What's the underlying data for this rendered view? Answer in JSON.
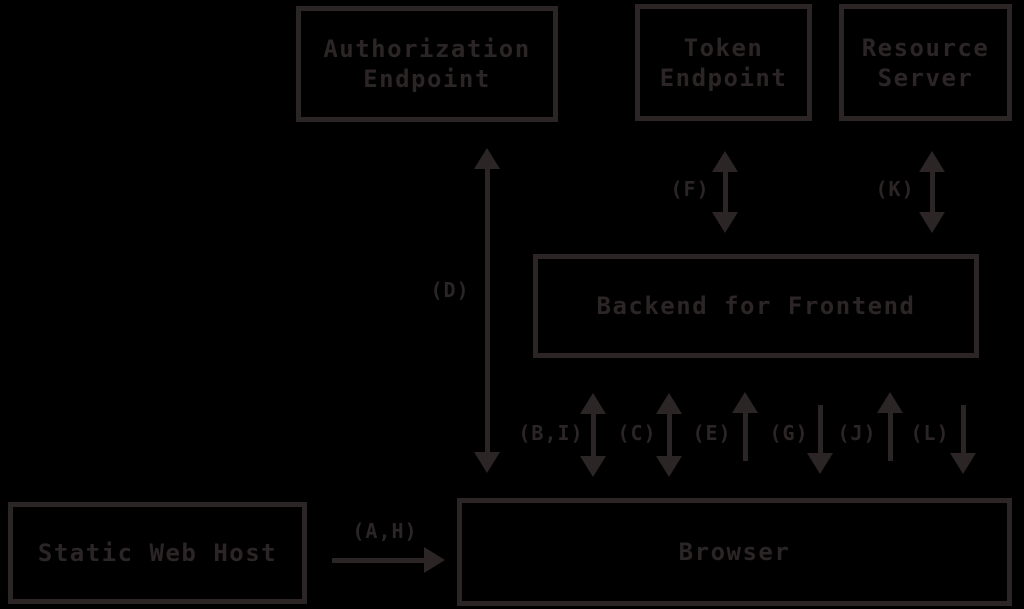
{
  "colors": {
    "background": "#000000",
    "ink": "#2b2526"
  },
  "nodes": {
    "authorization_endpoint": {
      "line1": "Authorization",
      "line2": "Endpoint"
    },
    "token_endpoint": {
      "line1": "Token",
      "line2": "Endpoint"
    },
    "resource_server": {
      "line1": "Resource",
      "line2": "Server"
    },
    "backend_for_frontend": {
      "line1": "Backend for Frontend"
    },
    "static_web_host": {
      "line1": "Static Web Host"
    },
    "browser": {
      "line1": "Browser"
    }
  },
  "edges": {
    "d": {
      "label": "(D)",
      "direction": "both"
    },
    "f": {
      "label": "(F)",
      "direction": "both"
    },
    "k": {
      "label": "(K)",
      "direction": "both"
    },
    "bi": {
      "label": "(B,I)",
      "direction": "both"
    },
    "c": {
      "label": "(C)",
      "direction": "both"
    },
    "e": {
      "label": "(E)",
      "direction": "up"
    },
    "g": {
      "label": "(G)",
      "direction": "down"
    },
    "j": {
      "label": "(J)",
      "direction": "up"
    },
    "l": {
      "label": "(L)",
      "direction": "down"
    },
    "ah": {
      "label": "(A,H)",
      "direction": "right"
    }
  }
}
